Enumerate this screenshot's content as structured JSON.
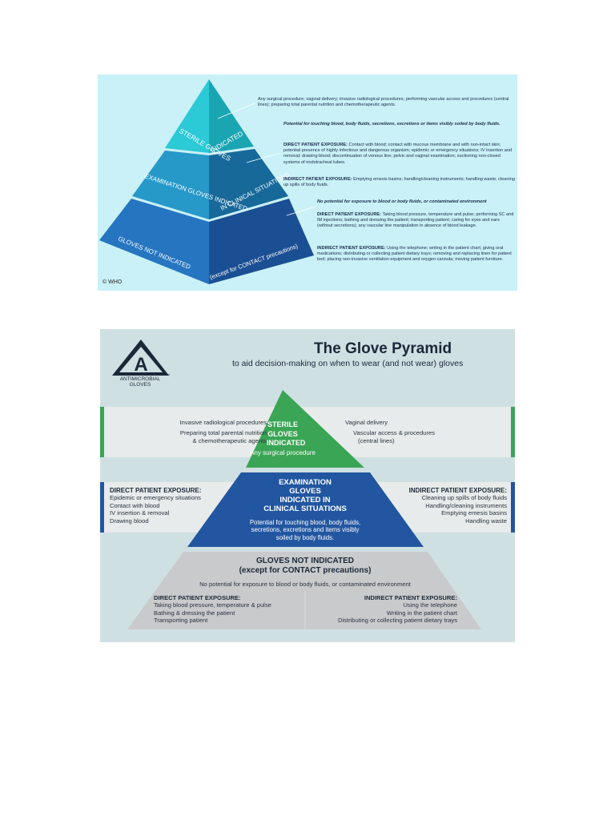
{
  "who_figure": {
    "tiers": {
      "top_left": "STERILE GLOVES",
      "top_right": "INDICATED",
      "mid_left": "EXAMINATION GLOVES INDICATED",
      "mid_right": "IN CLINICAL SITUATIONS",
      "bottom_left": "GLOVES NOT INDICATED",
      "bottom_right": "(except for CONTACT precautions)"
    },
    "notes": {
      "sterile": "Any surgical procedure; vaginal delivery; invasive radiological procedures; performing vascular access and procedures (central lines); preparing total parental nutrition and chemotherapeutic agents.",
      "exam_potential": "Potential for touching blood, body fluids, secretions, excretions or items visibly soiled by body fluids.",
      "exam_direct_label": "DIRECT PATIENT EXPOSURE:",
      "exam_direct": "Contact with blood; contact with mucous membrane and with non-intact skin; potential presence of highly infectious and dangerous organism; epidemic or emergency situations; IV insertion and removal; drawing blood; discontinuation of venous line; pelvic and vaginal examination; suctioning non-closed systems of endotracheal tubes.",
      "exam_indirect_label": "INDIRECT PATIENT EXPOSURE:",
      "exam_indirect": "Emptying emesis basins; handling/cleaning instruments; handling waste; cleaning up spills of body fluids.",
      "not_potential": "No potential for exposure to blood or body fluids, or contaminated environment",
      "not_direct_label": "DIRECT PATIENT EXPOSURE:",
      "not_direct": "Taking blood pressure, temperature and pulse; performing SC and IM injections; bathing and dressing the patient; transporting patient; caring for eyes and ears (without secretions); any vascular line manipulation in absence of blood leakage.",
      "not_indirect_label": "INDIRECT PATIENT EXPOSURE:",
      "not_indirect": "Using the telephone; writing in the patient chart; giving oral medications; distributing or collecting patient dietary trays; removing and replacing linen for patient bed; placing non-invasive ventilation equipment and oxygen cannula; moving patient furniture."
    },
    "copyright": "© WHO",
    "colors": {
      "background": "#c9f1f7",
      "top": "#27c0cf",
      "middle": "#1f8cb7",
      "bottom": "#2067b0"
    }
  },
  "glove_pyramid": {
    "title": "The Glove Pyramid",
    "subtitle": "to aid decision-making on when to wear (and not wear) gloves",
    "logo": {
      "letter": "A",
      "text": "ANTIMICROBIAL GLOVES",
      "mark": "TM"
    },
    "sterile": {
      "heading_lines": [
        "STERILE",
        "GLOVES",
        "INDICATED"
      ],
      "sub": "Any surgical procedure",
      "left_items": [
        "Invasive radiological procedures",
        "Preparing total parental nutrition",
        "& chemotherapeutic agents"
      ],
      "right_items": [
        "Vaginal delivery",
        "Vascular access & procedures",
        "(central lines)"
      ]
    },
    "examination": {
      "heading_lines": [
        "EXAMINATION",
        "GLOVES",
        "INDICATED IN",
        "CLINICAL SITUATIONS"
      ],
      "sub_lines": [
        "Potential for touching blood, body fluids,",
        "secretions, excretions and items visibly",
        "soiled by body fluids."
      ],
      "direct_label": "DIRECT PATIENT EXPOSURE:",
      "direct_items": [
        "Epidemic or emergency situations",
        "Contact with blood",
        "IV insertion & removal",
        "Drawing blood"
      ],
      "indirect_label": "INDIRECT PATIENT EXPOSURE:",
      "indirect_items": [
        "Cleaning up spills of body fluids",
        "Handling/cleaning instruments",
        "Emptying emesis basins",
        "Handling waste"
      ]
    },
    "not_indicated": {
      "heading_lines": [
        "GLOVES NOT INDICATED",
        "(except for CONTACT precautions)"
      ],
      "sub": "No potential for exposure to blood or body fluids, or contaminated environment",
      "direct_label": "DIRECT PATIENT EXPOSURE:",
      "direct_items": [
        "Taking blood pressure, temperature & pulse",
        "Bathing & dressing the patient",
        "Transporting patient"
      ],
      "indirect_label": "INDIRECT PATIENT EXPOSURE:",
      "indirect_items": [
        "Using the telephone",
        "Writing in the patient chart",
        "Distributing or collecting patient dietary trays"
      ]
    },
    "colors": {
      "background": "#cfe0e3",
      "green": "#3aa555",
      "blue": "#2256a0",
      "grey": "#c9cacc",
      "band": "#e9ecec"
    }
  }
}
